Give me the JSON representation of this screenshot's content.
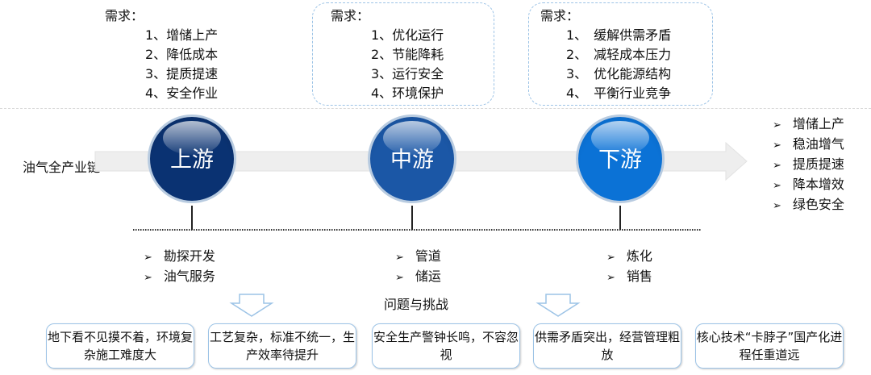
{
  "chain_label": "油气全产业链",
  "stages": [
    {
      "name": "上游",
      "color": "#0a3272",
      "demand_title": "需求：",
      "demands": [
        "1、增储上产",
        "2、降低成本",
        "3、提质提速",
        "4、安全作业"
      ],
      "segments": [
        "勘探开发",
        "油气服务"
      ]
    },
    {
      "name": "中游",
      "color": "#1b57a6",
      "demand_title": "需求：",
      "demands": [
        "1、优化运行",
        "2、节能降耗",
        "3、运行安全",
        "4、环境保护"
      ],
      "segments": [
        "管道",
        "储运"
      ]
    },
    {
      "name": "下游",
      "color": "#0b72d6",
      "demand_title": "需求：",
      "demands": [
        "1、　缓解供需矛盾",
        "2、　减轻成本压力",
        "3、　优化能源结构",
        "4、　平衡行业竞争"
      ],
      "segments": [
        "炼化",
        "销售"
      ]
    }
  ],
  "goals": [
    "增储上产",
    "稳油增气",
    "提质提速",
    "降本增效",
    "绿色安全"
  ],
  "problems_title": "问题与挑战",
  "problems": [
    "地下看不见摸不着，环境复杂施工难度大",
    "工艺复杂，标准不统一，生产效率待提升",
    "安全生产警钟长鸣，不容忽视",
    "供需矛盾突出，经营管理粗放",
    "核心技术“卡脖子”国产化进程任重道远"
  ]
}
